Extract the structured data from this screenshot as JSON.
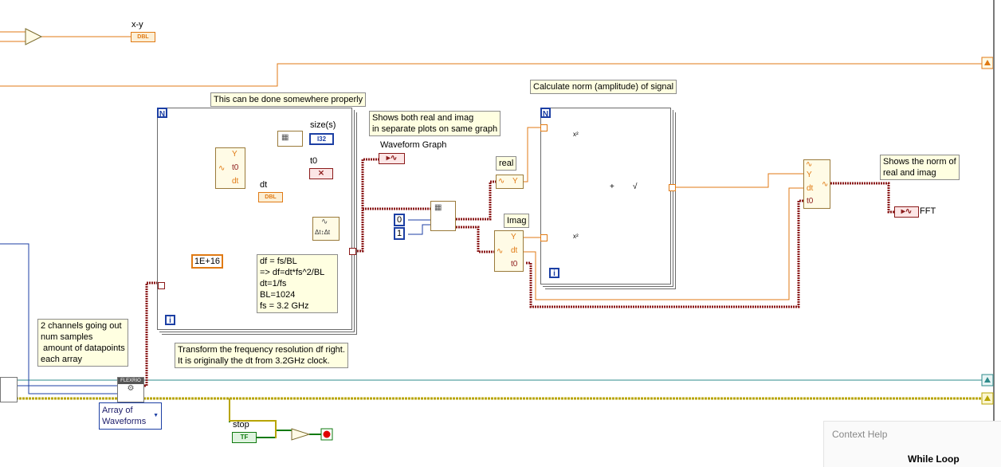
{
  "top": {
    "sub_label": "x-y",
    "sub_ind": "DBL"
  },
  "for_loop_1": {
    "n": "N",
    "i": "i",
    "title_note": "This can be done somewhere properly",
    "unbundle": {
      "y": "Y",
      "t0": "t0",
      "dt": "dt"
    },
    "size_label": "size(s)",
    "size_ind": "I32",
    "t0_label": "t0",
    "dt_label": "dt",
    "dt_ind": "DBL",
    "const_value": "1E+16",
    "calc_note": "df = fs/BL\n=> df=dt*fs^2/BL\ndt=1/fs\nBL=1024\nfs = 3.2 GHz"
  },
  "graph_note": "Shows both real and imag\nin separate plots on same graph",
  "waveform_graph_label": "Waveform Graph",
  "index_consts": [
    "0",
    "1"
  ],
  "real_label": "real",
  "imag_label": "Imag",
  "real_node": {
    "y": "Y"
  },
  "imag_node": {
    "y": "Y",
    "dt": "dt",
    "t0": "t0"
  },
  "norm_note": "Calculate norm (amplitude) of signal",
  "for_loop_2": {
    "n": "N",
    "i": "i",
    "sq1": "x²",
    "sq2": "x²",
    "add": "+",
    "sqrt": "√"
  },
  "build_node": {
    "y": "Y",
    "dt": "dt",
    "t0": "t0"
  },
  "norm_note2": "Shows the norm of\nreal and imag",
  "fft_label": "FFT",
  "channels_note": "2 channels going out\nnum samples\n amount of datapoints\neach array",
  "transform_note": "Transform the frequency resolution df right.\nIt is originally the dt from 3.2GHz clock.",
  "flexrio": {
    "badge": "FLEXRIO"
  },
  "array_select": "Array of\nWaveforms",
  "stop_label": "stop",
  "stop_ind": "TF",
  "context_help": {
    "title": "Context Help",
    "subtitle": "While Loop"
  },
  "colors": {
    "dbl": "#e07a14",
    "int": "#1c3fa4",
    "wave": "#8b1a1a",
    "teal": "#2e8b8b",
    "bool": "#0f7a0f"
  }
}
